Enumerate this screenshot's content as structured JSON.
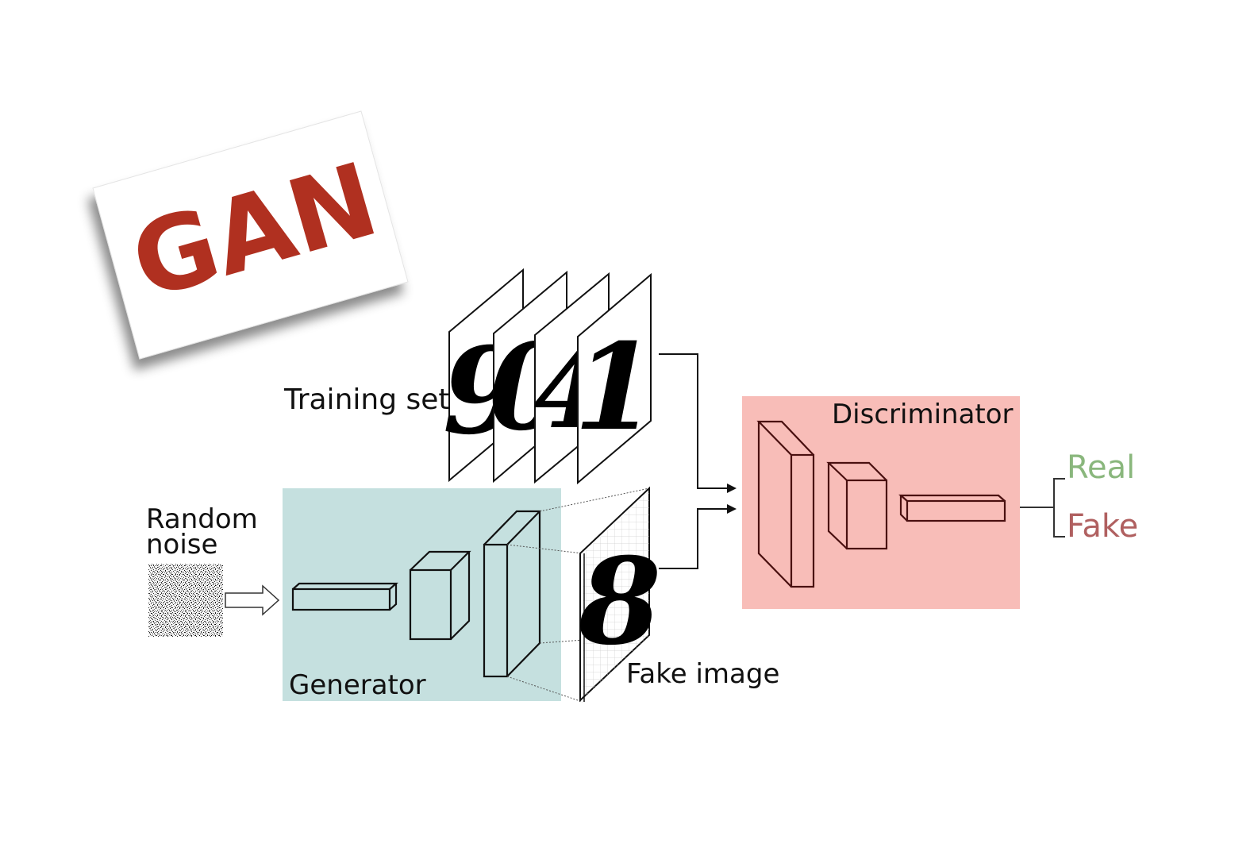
{
  "title_card": {
    "text": "GAN",
    "color": "#b03020"
  },
  "labels": {
    "training_set": "Training set",
    "random_noise_line1": "Random",
    "random_noise_line2": "noise",
    "generator": "Generator",
    "discriminator": "Discriminator",
    "fake_image": "Fake image",
    "fake_digit": "8"
  },
  "training_digits": [
    "9",
    "0",
    "4",
    "1"
  ],
  "outputs": {
    "real": {
      "text": "Real",
      "color": "#8ab77d"
    },
    "fake": {
      "text": "Fake",
      "color": "#b06060"
    }
  },
  "colors": {
    "generator_bg": "#c5e0df",
    "discriminator_bg": "#f8bdb8",
    "discriminator_stroke": "#4a1010"
  }
}
